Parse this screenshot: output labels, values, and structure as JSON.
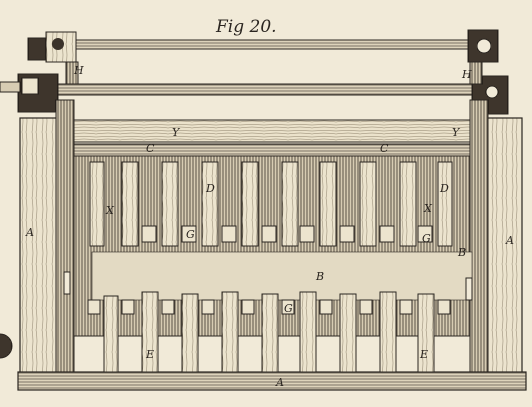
{
  "title": "Fig 20.",
  "labels": {
    "A": "A",
    "B": "B",
    "C": "C",
    "D": "D",
    "E": "E",
    "G": "G",
    "H": "H",
    "X": "X",
    "Y": "Y"
  },
  "colors": {
    "paper": "#f1ead8",
    "ink": "#2a2520",
    "wood_light": "#e9e0c9",
    "wood_mid": "#b9ad93",
    "wood_dark": "#4a4036"
  }
}
